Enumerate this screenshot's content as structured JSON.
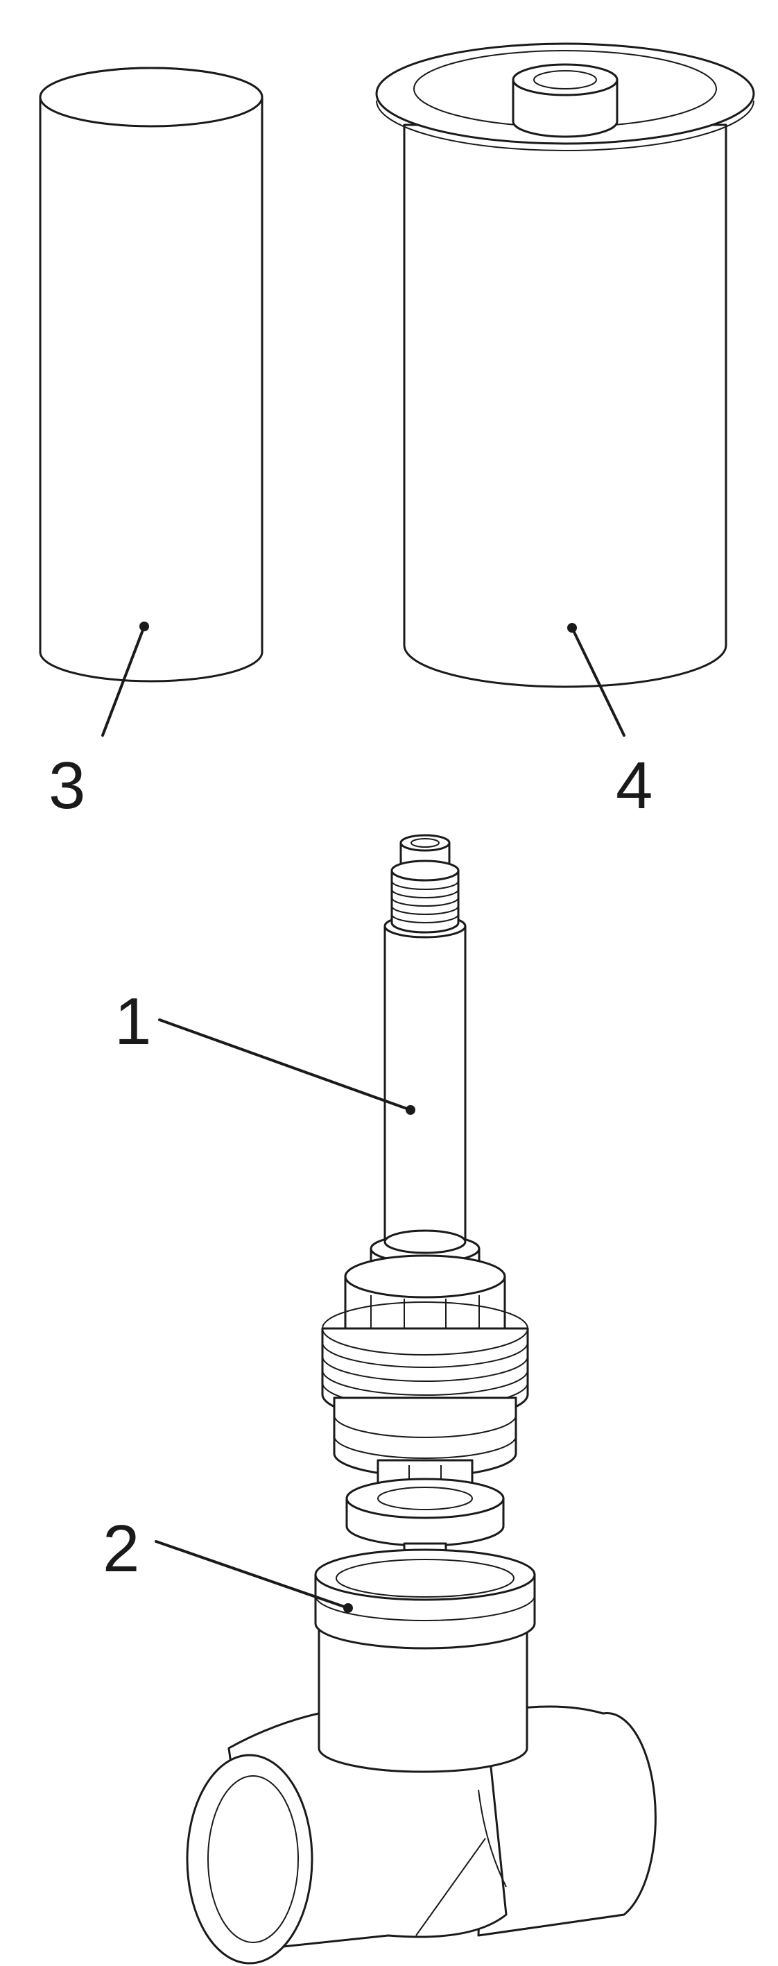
{
  "diagram": {
    "line_color": "#1a1a1a",
    "background": "#ffffff",
    "parts": [
      {
        "id": "1",
        "label": "1",
        "depicts": "valve-cartridge"
      },
      {
        "id": "2",
        "label": "2",
        "depicts": "valve-body"
      },
      {
        "id": "3",
        "label": "3",
        "depicts": "plain-sleeve"
      },
      {
        "id": "4",
        "label": "4",
        "depicts": "flanged-cap-sleeve"
      }
    ]
  }
}
